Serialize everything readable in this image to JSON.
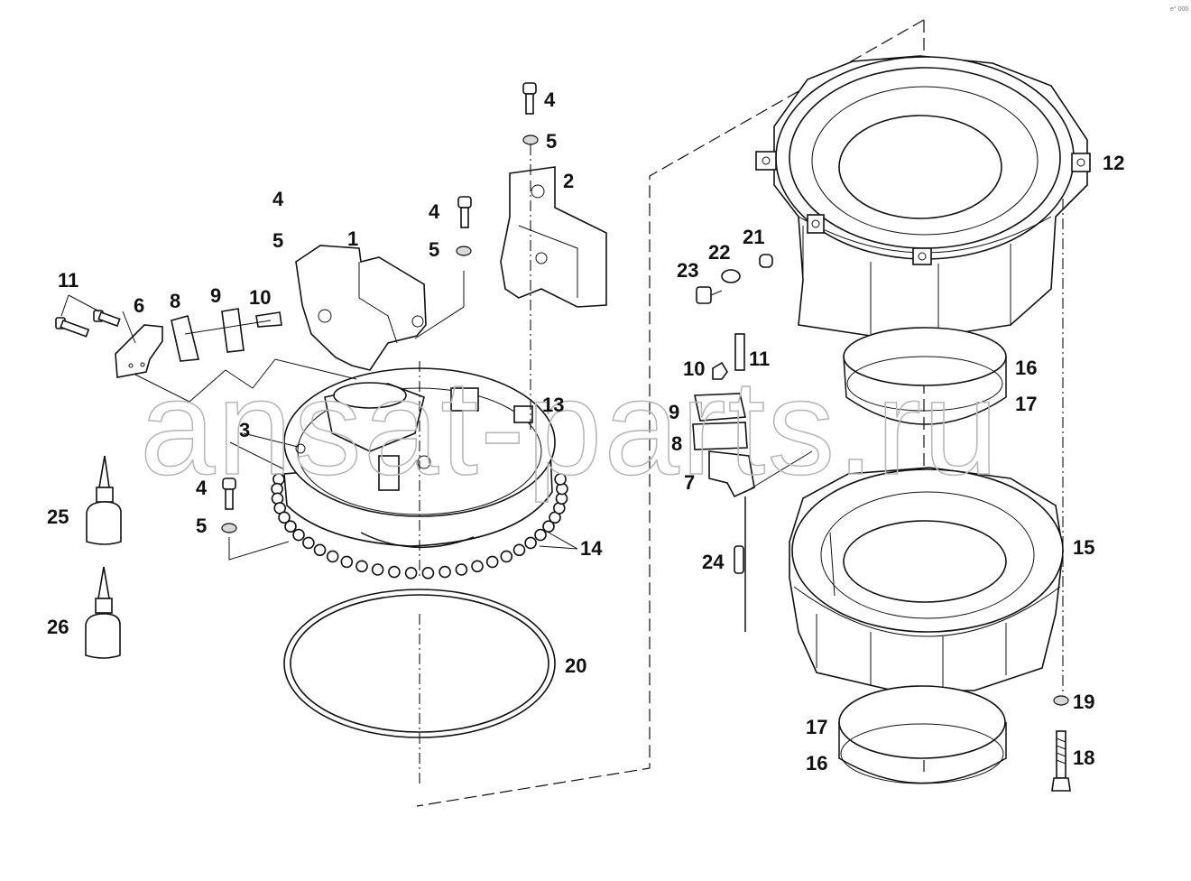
{
  "watermark": "ansat-parts.ru",
  "corner_mark": "e° 000",
  "callouts": [
    {
      "id": "c1",
      "label": "1"
    },
    {
      "id": "c2",
      "label": "2"
    },
    {
      "id": "c3",
      "label": "3"
    },
    {
      "id": "c4a",
      "label": "4"
    },
    {
      "id": "c5a",
      "label": "5"
    },
    {
      "id": "c4b",
      "label": "4"
    },
    {
      "id": "c5b",
      "label": "5"
    },
    {
      "id": "c4c",
      "label": "4"
    },
    {
      "id": "c5c",
      "label": "5"
    },
    {
      "id": "c4d",
      "label": "4"
    },
    {
      "id": "c5d",
      "label": "5"
    },
    {
      "id": "c6",
      "label": "6"
    },
    {
      "id": "c7",
      "label": "7"
    },
    {
      "id": "c8a",
      "label": "8"
    },
    {
      "id": "c8b",
      "label": "8"
    },
    {
      "id": "c9a",
      "label": "9"
    },
    {
      "id": "c9b",
      "label": "9"
    },
    {
      "id": "c10a",
      "label": "10"
    },
    {
      "id": "c10b",
      "label": "10"
    },
    {
      "id": "c11a",
      "label": "11"
    },
    {
      "id": "c11b",
      "label": "11"
    },
    {
      "id": "c12",
      "label": "12"
    },
    {
      "id": "c13",
      "label": "13"
    },
    {
      "id": "c14",
      "label": "14"
    },
    {
      "id": "c15",
      "label": "15"
    },
    {
      "id": "c16a",
      "label": "16"
    },
    {
      "id": "c17a",
      "label": "17"
    },
    {
      "id": "c16b",
      "label": "16"
    },
    {
      "id": "c17b",
      "label": "17"
    },
    {
      "id": "c18",
      "label": "18"
    },
    {
      "id": "c19",
      "label": "19"
    },
    {
      "id": "c20",
      "label": "20"
    },
    {
      "id": "c21",
      "label": "21"
    },
    {
      "id": "c22",
      "label": "22"
    },
    {
      "id": "c23",
      "label": "23"
    },
    {
      "id": "c24",
      "label": "24"
    },
    {
      "id": "c25",
      "label": "25"
    },
    {
      "id": "c26",
      "label": "26"
    }
  ]
}
